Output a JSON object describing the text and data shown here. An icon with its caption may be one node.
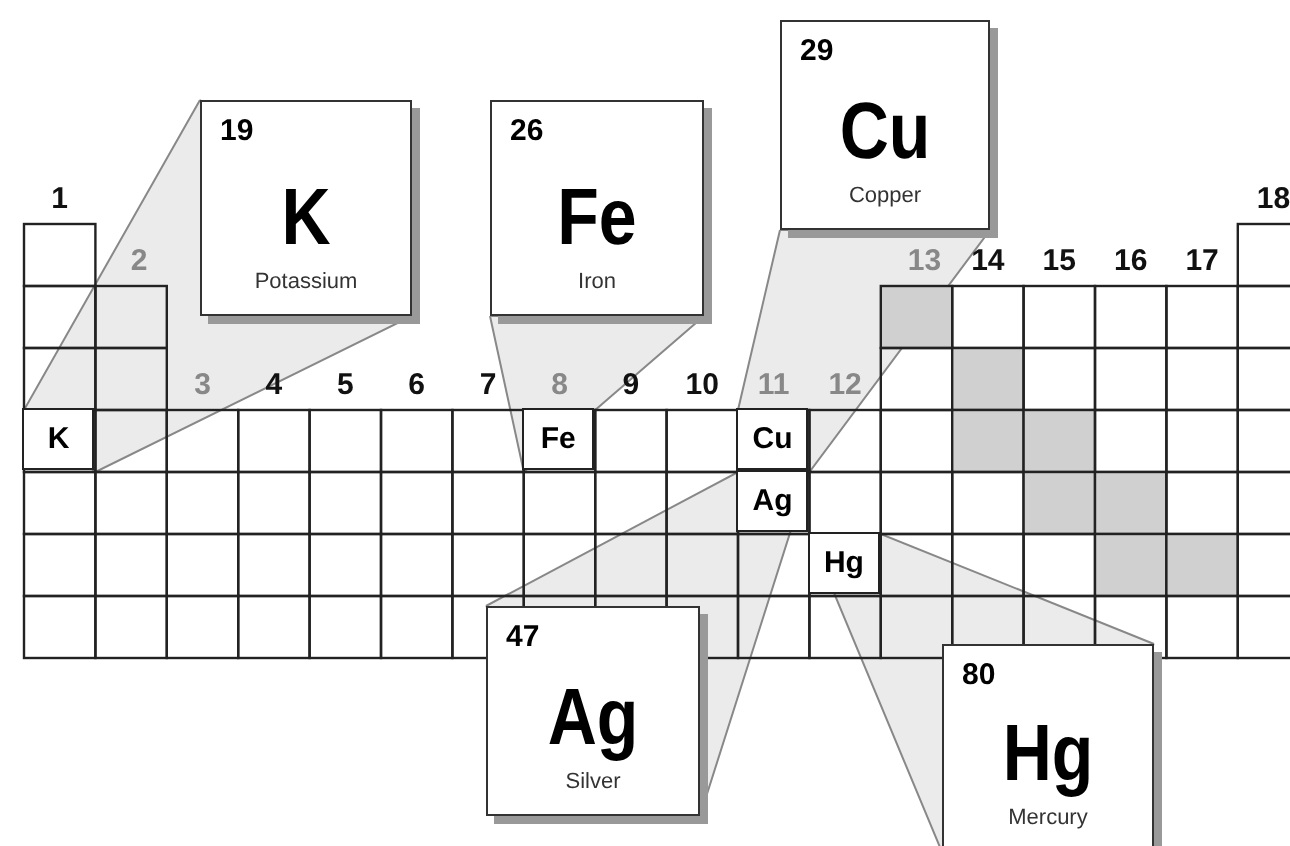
{
  "diagram": {
    "nodes": [
      {
        "text": [
          "K"
        ]
      },
      {
        "text": [
          "Fe"
        ]
      },
      {
        "text": [
          "Cu"
        ]
      },
      {
        "text": [
          "Ag"
        ]
      },
      {
        "text": [
          "Hg"
        ]
      },
      {
        "text": [
          "19",
          "K",
          "Potassium"
        ]
      },
      {
        "text": [
          "26",
          "Fe",
          "Iron"
        ]
      },
      {
        "text": [
          "29",
          "Cu",
          "Copper"
        ]
      },
      {
        "text": [
          "47",
          "Ag",
          "Silver"
        ]
      },
      {
        "text": [
          "80",
          "Hg",
          "Mercury"
        ]
      }
    ],
    "edges": [
      {
        "from": 0,
        "to": 5,
        "arrow": "none"
      },
      {
        "from": 1,
        "to": 6,
        "arrow": "none"
      },
      {
        "from": 2,
        "to": 7,
        "arrow": "none"
      },
      {
        "from": 3,
        "to": 8,
        "arrow": "none"
      },
      {
        "from": 4,
        "to": 9,
        "arrow": "none"
      }
    ],
    "labels": [
      "1",
      "18",
      "2",
      "13",
      "14",
      "15",
      "16",
      "17",
      "3",
      "4",
      "5",
      "6",
      "7",
      "8",
      "9",
      "10",
      "11",
      "12"
    ]
  }
}
